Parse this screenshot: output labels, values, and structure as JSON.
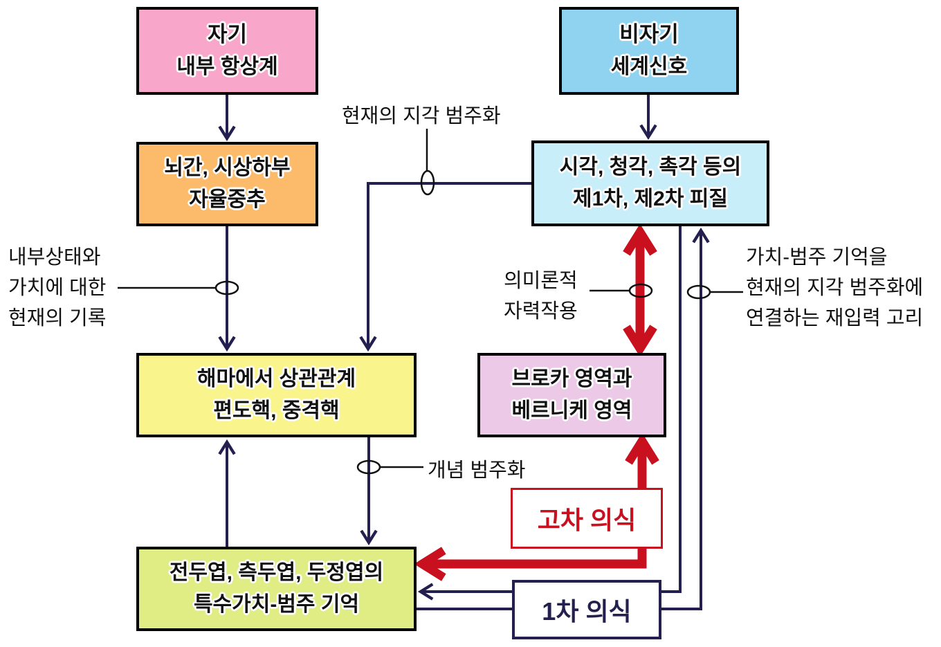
{
  "diagram": {
    "boxes": {
      "self": {
        "line1": "자기",
        "line2": "내부 항상계",
        "fill": "#F8A6C9"
      },
      "nonself": {
        "line1": "비자기",
        "line2": "세계신호",
        "fill": "#8FD3F0"
      },
      "brainstem": {
        "line1": "뇌간, 시상하부",
        "line2": "자율중추",
        "fill": "#FBBB6B"
      },
      "cortex": {
        "line1": "시각, 청각, 촉각 등의",
        "line2": "제1차, 제2차 피질",
        "fill": "#C8EEF9"
      },
      "hippocampus": {
        "line1": "해마에서 상관관계",
        "line2": "편도핵, 중격핵",
        "fill": "#FAF48C"
      },
      "broca": {
        "line1": "브로카 영역과",
        "line2": "베르니케 영역",
        "fill": "#ECC9E6"
      },
      "memory": {
        "line1": "전두엽, 측두엽, 두정엽의",
        "line2": "특수가치-범주 기억",
        "fill": "#E0ED85"
      },
      "higher_consciousness": {
        "label": "고차 의식",
        "color": "#C8101E"
      },
      "primary_consciousness": {
        "label": "1차 의식",
        "color": "#23204F"
      }
    },
    "labels": {
      "perceptual_categorization": "현재의 지각 범주화",
      "internal_record": {
        "line1": "내부상태와",
        "line2": "가치에 대한",
        "line3": "현재의 기록"
      },
      "semantic_bootstrap": {
        "line1": "의미론적",
        "line2": "자력작용"
      },
      "reentrant_loop": {
        "line1": "가치-범주 기억을",
        "line2": "현재의 지각 범주화에",
        "line3": "연결하는 재입력 고리"
      },
      "conceptual_categorization": "개념 범주화"
    },
    "colors": {
      "arrow_navy": "#23204F",
      "arrow_red": "#C8101E",
      "box_border": "#000000",
      "label_line": "#111111"
    }
  }
}
